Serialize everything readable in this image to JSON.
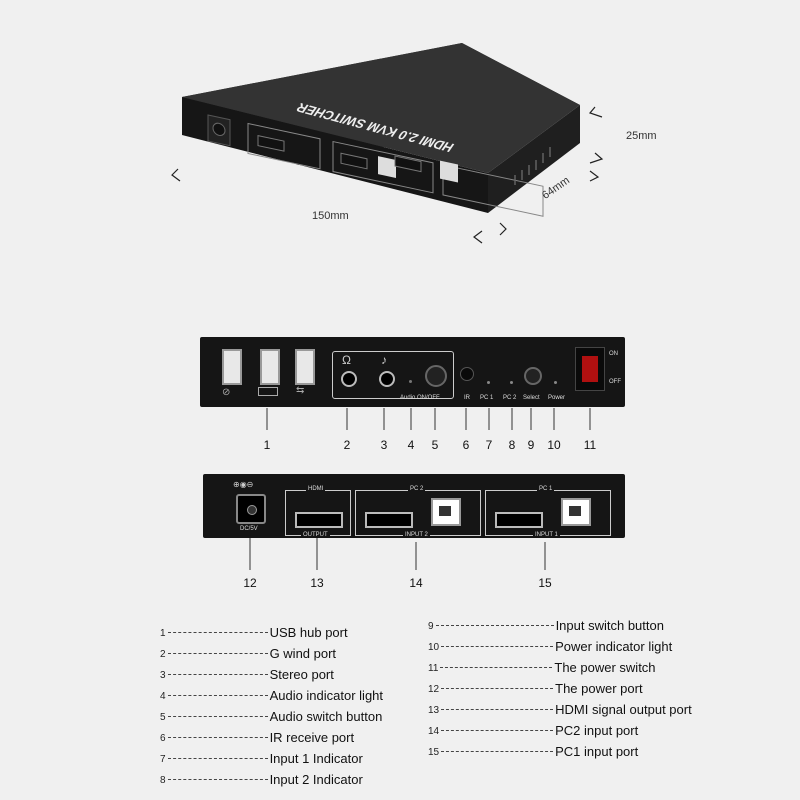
{
  "dimensions": {
    "height": "25mm",
    "depth": "64mm",
    "width": "150mm"
  },
  "product": {
    "top_title": "HDMI 2.0 KVM SWITCHER"
  },
  "front_panel": {
    "labels": {
      "audio_onoff": "Audio ON/OFF",
      "ir": "IR",
      "pc1": "PC 1",
      "pc2": "PC 2",
      "select": "Select",
      "power": "Power",
      "on": "ON",
      "off": "OFF"
    },
    "callouts": [
      "1",
      "2",
      "3",
      "4",
      "5",
      "6",
      "7",
      "8",
      "9",
      "10",
      "11"
    ]
  },
  "rear_panel": {
    "labels": {
      "dc": "DC/5V",
      "hdmi": "HDMI",
      "output": "OUTPUT",
      "pc2": "PC 2",
      "input2": "INPUT 2",
      "pc1": "PC 1",
      "input1": "INPUT 1"
    },
    "callouts": [
      "12",
      "13",
      "14",
      "15"
    ]
  },
  "legend_left": [
    {
      "num": "1",
      "text": "USB hub port"
    },
    {
      "num": "2",
      "text": "G wind port"
    },
    {
      "num": "3",
      "text": "Stereo port"
    },
    {
      "num": "4",
      "text": "Audio indicator light"
    },
    {
      "num": "5",
      "text": "Audio switch button"
    },
    {
      "num": "6",
      "text": "IR receive port"
    },
    {
      "num": "7",
      "text": "Input 1 Indicator"
    },
    {
      "num": "8",
      "text": "Input 2 Indicator"
    }
  ],
  "legend_right": [
    {
      "num": "9",
      "text": "Input switch button"
    },
    {
      "num": "10",
      "text": "Power indicator light"
    },
    {
      "num": "11",
      "text": "The power switch"
    },
    {
      "num": "12",
      "text": "The power port"
    },
    {
      "num": "13",
      "text": "HDMI signal output port"
    },
    {
      "num": "14",
      "text": "PC2 input port"
    },
    {
      "num": "15",
      "text": "PC1 input port"
    }
  ]
}
